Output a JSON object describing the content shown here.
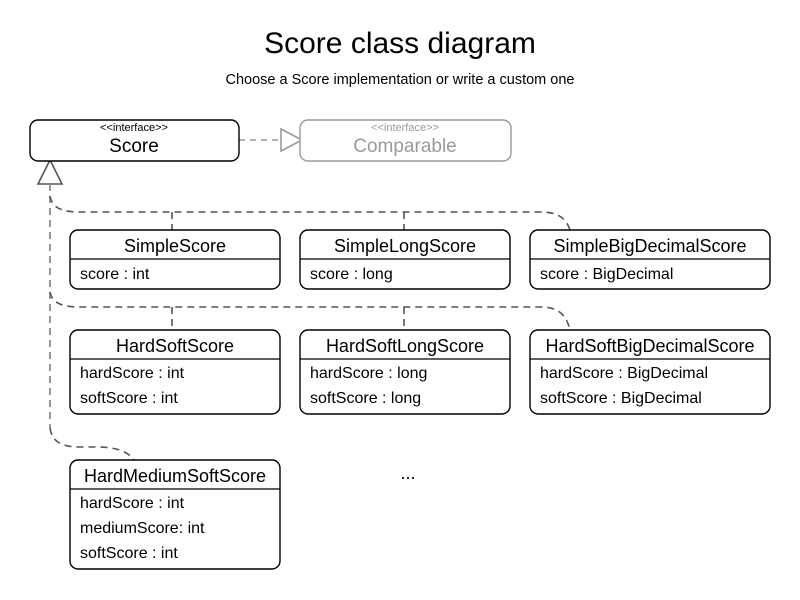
{
  "header": {
    "title": "Score class diagram",
    "subtitle": "Choose a Score implementation or write a custom one"
  },
  "colors": {
    "text": "#000000",
    "muted": "#9a9a9a",
    "border": "#000000",
    "connector": "#555555",
    "background": "#ffffff"
  },
  "interfaces": [
    {
      "stereotype": "<<interface>>",
      "name": "Score",
      "muted": false
    },
    {
      "stereotype": "<<interface>>",
      "name": "Comparable",
      "muted": true
    }
  ],
  "classes": [
    {
      "name": "SimpleScore",
      "attributes": [
        "score : int"
      ]
    },
    {
      "name": "SimpleLongScore",
      "attributes": [
        "score : long"
      ]
    },
    {
      "name": "SimpleBigDecimalScore",
      "attributes": [
        "score : BigDecimal"
      ]
    },
    {
      "name": "HardSoftScore",
      "attributes": [
        "hardScore : int",
        "softScore : int"
      ]
    },
    {
      "name": "HardSoftLongScore",
      "attributes": [
        "hardScore : long",
        "softScore : long"
      ]
    },
    {
      "name": "HardSoftBigDecimalScore",
      "attributes": [
        "hardScore : BigDecimal",
        "softScore : BigDecimal"
      ]
    },
    {
      "name": "HardMediumSoftScore",
      "attributes": [
        "hardScore : int",
        "mediumScore: int",
        "softScore : int"
      ]
    }
  ],
  "more_indicator": "...",
  "relationships": {
    "realization_label": "Score realizes Comparable",
    "inheritance_label": "implementations inherit from Score"
  }
}
